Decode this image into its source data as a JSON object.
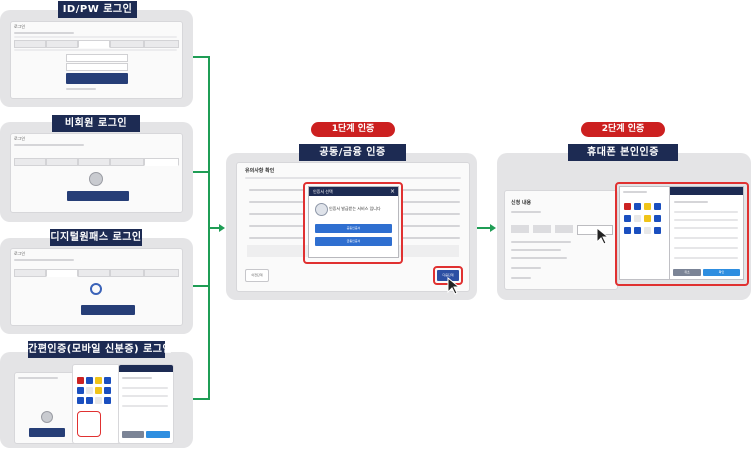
{
  "login_methods": [
    {
      "id": "idpw",
      "label": "ID/PW 로그인"
    },
    {
      "id": "guest",
      "label": "비회원 로그인"
    },
    {
      "id": "digital",
      "label": "디지털원패스 로그인"
    },
    {
      "id": "simple",
      "label": "간편인증(모바일 신분증) 로그인"
    }
  ],
  "step1": {
    "badge": "1단계 인증",
    "title": "공동/금융 인증",
    "screen_title": "유의사항 확인",
    "modal_title": "인증서 선택",
    "modal_heading": "인증서 발급받는 서비스 입니다",
    "option_1": "공동인증서",
    "option_2": "금융인증서",
    "prev_button": "이전단계",
    "next_button": "다음단계"
  },
  "step2": {
    "badge": "2단계 인증",
    "title": "휴대폰 본인인증",
    "screen_title": "신청 내용",
    "popup_confirm": "확인",
    "popup_cancel": "취소"
  },
  "colors": {
    "navy": "#1d2b53",
    "red": "#cc2020",
    "green": "#1f9d55",
    "panel": "#e4e4e6"
  }
}
